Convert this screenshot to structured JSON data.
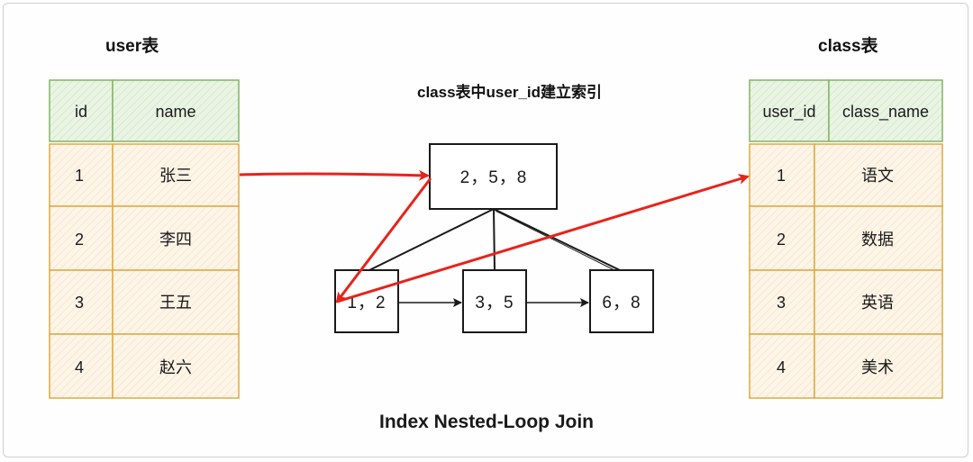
{
  "user_table": {
    "title": "user表",
    "headers": [
      "id",
      "name"
    ],
    "rows": [
      [
        "1",
        "张三"
      ],
      [
        "2",
        "李四"
      ],
      [
        "3",
        "王五"
      ],
      [
        "4",
        "赵六"
      ]
    ]
  },
  "class_table": {
    "title": "class表",
    "headers": [
      "user_id",
      "class_name"
    ],
    "rows": [
      [
        "1",
        "语文"
      ],
      [
        "2",
        "数据"
      ],
      [
        "3",
        "英语"
      ],
      [
        "4",
        "美术"
      ]
    ]
  },
  "index": {
    "label": "class表中user_id建立索引",
    "root": "2，5，8",
    "leaves": [
      "1，2",
      "3，5",
      "6，8"
    ]
  },
  "caption": "Index Nested-Loop Join",
  "colors": {
    "header_fill": "#e6f2df",
    "header_border": "#82b366",
    "row_fill": "#fdf3e3",
    "row_border": "#e0a940",
    "arrow": "#e8231a",
    "line": "#1a1a1a"
  }
}
